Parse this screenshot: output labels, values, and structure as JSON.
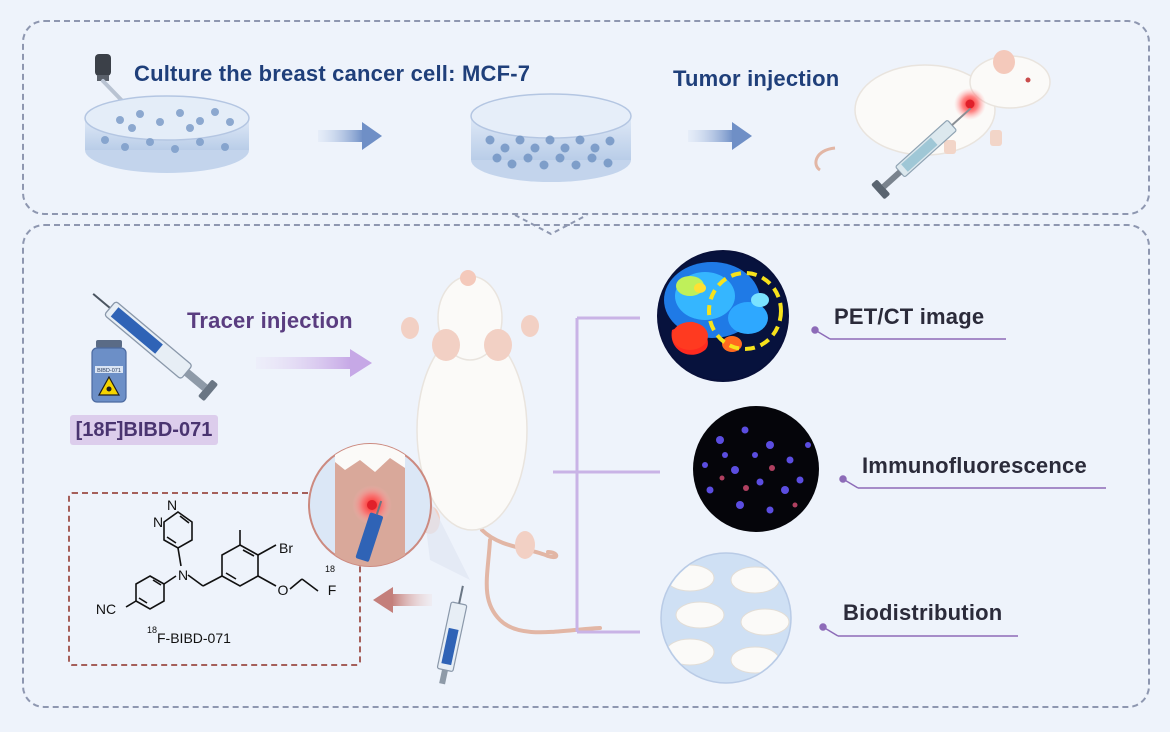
{
  "top_row": {
    "culture_label": "Culture the breast cancer cell: MCF-7",
    "tumor_label": "Tumor injection"
  },
  "bottom_row": {
    "tracer_label": "Tracer injection",
    "tracer_badge": "[18F]BIBD-071",
    "vial_label": "BIBD-071",
    "structure": {
      "name_sup": "18",
      "name_rest": "F-BIBD-071",
      "atom_br": "Br",
      "atom_o": "O",
      "atom_n_amine": "N",
      "atom_nc": "NC",
      "atom_n_ring_top": "N",
      "atom_n_ring_left": "N",
      "fluorine_sup": "18",
      "fluorine": "F"
    },
    "results": [
      {
        "label": "PET/CT image"
      },
      {
        "label": "Immunofluorescence"
      },
      {
        "label": "Biodistribution"
      }
    ]
  },
  "colors": {
    "background": "#eef3fb",
    "panel_border": "#8e97b0",
    "culture_text": "#1f3f7a",
    "tracer_text": "#5a3d80",
    "bracket": "#c9b3e6",
    "structure_border": "#a55f5a",
    "badge_fill": "#dccdec",
    "hotspot": "#e0202a"
  }
}
